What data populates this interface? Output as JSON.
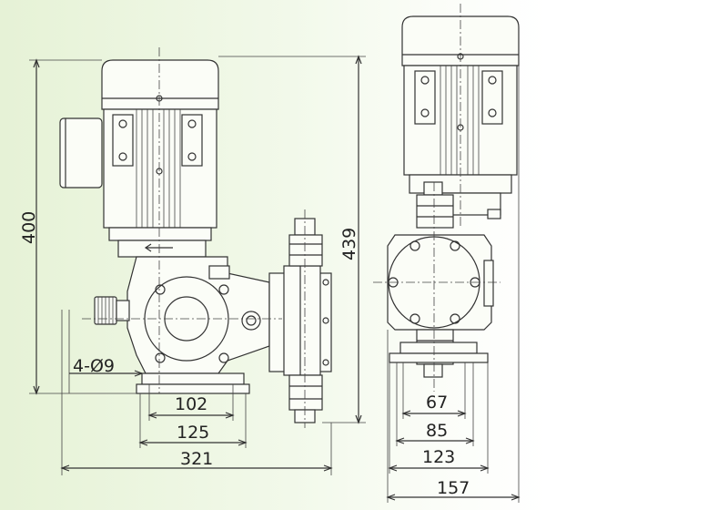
{
  "drawing": {
    "dimensions": {
      "height_total": "400",
      "height_pump": "439",
      "base_mount": "102",
      "base_width": "125",
      "overall_length": "321",
      "holes": "4-Ø9",
      "side_inner": "67",
      "side_mid": "85",
      "side_base": "123",
      "side_total": "157"
    }
  },
  "colors": {
    "background_left": "#e6f2d6",
    "line": "#333333"
  }
}
